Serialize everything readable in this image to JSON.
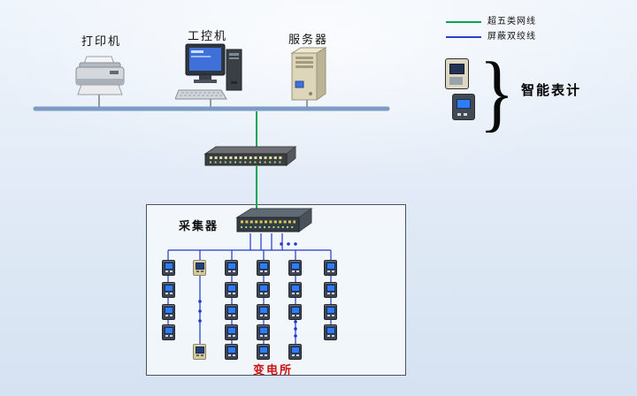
{
  "diagram": {
    "type": "network-topology",
    "description": "metering system topology with substation collector"
  },
  "labels": {
    "printer": "打印机",
    "industrial_pc": "工控机",
    "server": "服务器",
    "smart_meters": "智能表计",
    "collector": "采集器",
    "substation": "变电所"
  },
  "legend": {
    "items": [
      {
        "label": "超五类网线",
        "color": "#00a651"
      },
      {
        "label": "屏蔽双绞线",
        "color": "#2a3fd0"
      }
    ]
  },
  "colors": {
    "bus_line": "#7d9cc4",
    "cat5e_green": "#00a651",
    "twisted_pair_blue": "#2438c8",
    "substation_label_red": "#cc1111",
    "device_stub_gray": "#55606b"
  },
  "icons": {
    "printer": "printer-icon",
    "industrial_pc": "industrial-pc-icon",
    "server": "server-tower-icon",
    "switch": "network-switch-icon",
    "collector": "collector-device-icon",
    "smart_meter_large": "smart-meter-icon",
    "meter_small": "meter-icon",
    "brace": "right-brace-glyph"
  }
}
